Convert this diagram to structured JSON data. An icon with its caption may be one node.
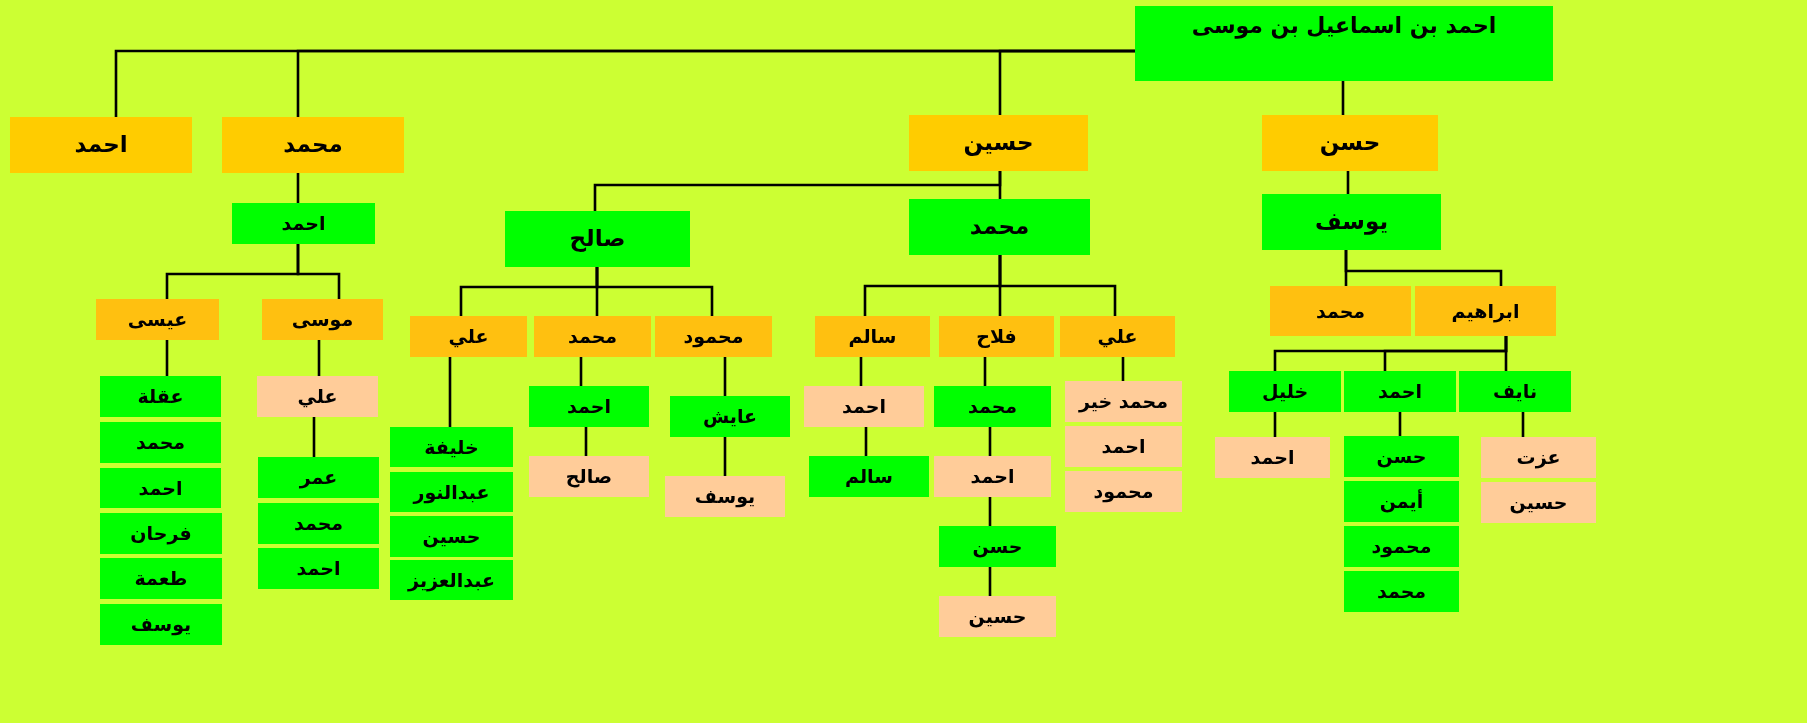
{
  "diagram": {
    "nodes": [
      {
        "text": [
          "احمد بن اسماعيل بن موسى"
        ]
      },
      {
        "text": [
          "حسن"
        ]
      },
      {
        "text": [
          "يوسف"
        ]
      },
      {
        "text": [
          "ابراهيم"
        ]
      },
      {
        "text": [
          "محمد"
        ]
      },
      {
        "text": [
          "نايف"
        ]
      },
      {
        "text": [
          "احمد"
        ]
      },
      {
        "text": [
          "خليل"
        ]
      },
      {
        "text": [
          "عزت"
        ]
      },
      {
        "text": [
          "حسين"
        ]
      },
      {
        "text": [
          "حسن"
        ]
      },
      {
        "text": [
          "أيمن"
        ]
      },
      {
        "text": [
          "محمود"
        ]
      },
      {
        "text": [
          "محمد"
        ]
      },
      {
        "text": [
          "احمد"
        ]
      },
      {
        "text": [
          "حسين"
        ]
      },
      {
        "text": [
          "محمد"
        ]
      },
      {
        "text": [
          "علي"
        ]
      },
      {
        "text": [
          "فلاح"
        ]
      },
      {
        "text": [
          "سالم"
        ]
      },
      {
        "text": [
          "محمد خير"
        ]
      },
      {
        "text": [
          "احمد"
        ]
      },
      {
        "text": [
          "محمود"
        ]
      },
      {
        "text": [
          "محمد"
        ]
      },
      {
        "text": [
          "احمد"
        ]
      },
      {
        "text": [
          "حسن"
        ]
      },
      {
        "text": [
          "حسين"
        ]
      },
      {
        "text": [
          "احمد"
        ]
      },
      {
        "text": [
          "سالم"
        ]
      },
      {
        "text": [
          "صالح"
        ]
      },
      {
        "text": [
          "محمود"
        ]
      },
      {
        "text": [
          "محمد"
        ]
      },
      {
        "text": [
          "علي"
        ]
      },
      {
        "text": [
          "عايش"
        ]
      },
      {
        "text": [
          "يوسف"
        ]
      },
      {
        "text": [
          "احمد"
        ]
      },
      {
        "text": [
          "صالح"
        ]
      },
      {
        "text": [
          "خليفة"
        ]
      },
      {
        "text": [
          "عبدالنور"
        ]
      },
      {
        "text": [
          "حسين"
        ]
      },
      {
        "text": [
          "عبدالعزيز"
        ]
      },
      {
        "text": [
          "محمد"
        ]
      },
      {
        "text": [
          "احمد"
        ]
      },
      {
        "text": [
          "موسى"
        ]
      },
      {
        "text": [
          "عيسى"
        ]
      },
      {
        "text": [
          "علي"
        ]
      },
      {
        "text": [
          "عمر"
        ]
      },
      {
        "text": [
          "محمد"
        ]
      },
      {
        "text": [
          "احمد"
        ]
      },
      {
        "text": [
          "عقلة"
        ]
      },
      {
        "text": [
          "محمد"
        ]
      },
      {
        "text": [
          "احمد"
        ]
      },
      {
        "text": [
          "فرحان"
        ]
      },
      {
        "text": [
          "طعمة"
        ]
      },
      {
        "text": [
          "يوسف"
        ]
      },
      {
        "text": [
          "احمد"
        ]
      }
    ],
    "edges": [
      {
        "from": 0,
        "to": 1,
        "arrow": "none"
      },
      {
        "from": 0,
        "to": 15,
        "arrow": "none"
      },
      {
        "from": 0,
        "to": 41,
        "arrow": "none"
      },
      {
        "from": 0,
        "to": 55,
        "arrow": "none"
      },
      {
        "from": 1,
        "to": 2,
        "arrow": "none"
      },
      {
        "from": 2,
        "to": 3,
        "arrow": "none"
      },
      {
        "from": 2,
        "to": 4,
        "arrow": "none"
      },
      {
        "from": 3,
        "to": 5,
        "arrow": "none"
      },
      {
        "from": 3,
        "to": 6,
        "arrow": "none"
      },
      {
        "from": 3,
        "to": 7,
        "arrow": "none"
      },
      {
        "from": 5,
        "to": 8,
        "arrow": "none"
      },
      {
        "from": 6,
        "to": 10,
        "arrow": "none"
      },
      {
        "from": 7,
        "to": 14,
        "arrow": "none"
      },
      {
        "from": 15,
        "to": 16,
        "arrow": "none"
      },
      {
        "from": 15,
        "to": 29,
        "arrow": "none"
      },
      {
        "from": 16,
        "to": 17,
        "arrow": "none"
      },
      {
        "from": 16,
        "to": 18,
        "arrow": "none"
      },
      {
        "from": 16,
        "to": 19,
        "arrow": "none"
      },
      {
        "from": 17,
        "to": 20,
        "arrow": "none"
      },
      {
        "from": 18,
        "to": 23,
        "arrow": "none"
      },
      {
        "from": 19,
        "to": 27,
        "arrow": "none"
      },
      {
        "from": 23,
        "to": 24,
        "arrow": "none"
      },
      {
        "from": 24,
        "to": 25,
        "arrow": "none"
      },
      {
        "from": 25,
        "to": 26,
        "arrow": "none"
      },
      {
        "from": 27,
        "to": 28,
        "arrow": "none"
      },
      {
        "from": 29,
        "to": 30,
        "arrow": "none"
      },
      {
        "from": 29,
        "to": 31,
        "arrow": "none"
      },
      {
        "from": 29,
        "to": 32,
        "arrow": "none"
      },
      {
        "from": 30,
        "to": 33,
        "arrow": "none"
      },
      {
        "from": 31,
        "to": 35,
        "arrow": "none"
      },
      {
        "from": 32,
        "to": 37,
        "arrow": "none"
      },
      {
        "from": 33,
        "to": 34,
        "arrow": "none"
      },
      {
        "from": 35,
        "to": 36,
        "arrow": "none"
      },
      {
        "from": 41,
        "to": 42,
        "arrow": "none"
      },
      {
        "from": 42,
        "to": 43,
        "arrow": "none"
      },
      {
        "from": 42,
        "to": 44,
        "arrow": "none"
      },
      {
        "from": 43,
        "to": 45,
        "arrow": "none"
      },
      {
        "from": 44,
        "to": 49,
        "arrow": "none"
      },
      {
        "from": 45,
        "to": 46,
        "arrow": "none"
      }
    ]
  }
}
